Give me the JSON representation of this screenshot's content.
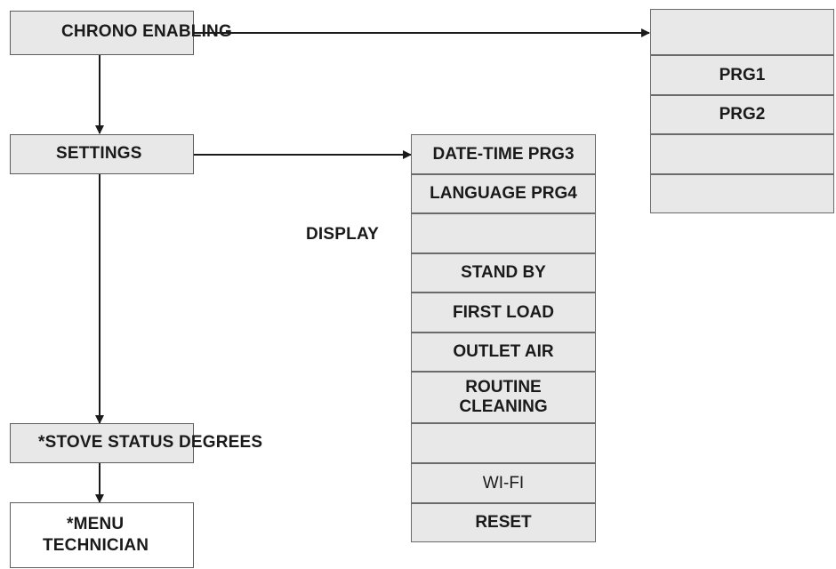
{
  "nodes": {
    "chrono_enabling": "CHRONO ENABLING",
    "settings": "SETTINGS",
    "display": "DISPLAY",
    "stove_status_degrees": "*STOVE STATUS DEGREES",
    "menu_technician_line1": "*MENU",
    "menu_technician_line2": "TECHNICIAN"
  },
  "chrono_list": [
    "",
    "PRG1",
    "PRG2",
    "",
    ""
  ],
  "settings_list": [
    "DATE-TIME PRG3",
    "LANGUAGE PRG4",
    "",
    "STAND BY",
    "FIRST LOAD",
    "OUTLET AIR",
    "ROUTINE\nCLEANING",
    "",
    "WI-FI",
    "RESET"
  ]
}
